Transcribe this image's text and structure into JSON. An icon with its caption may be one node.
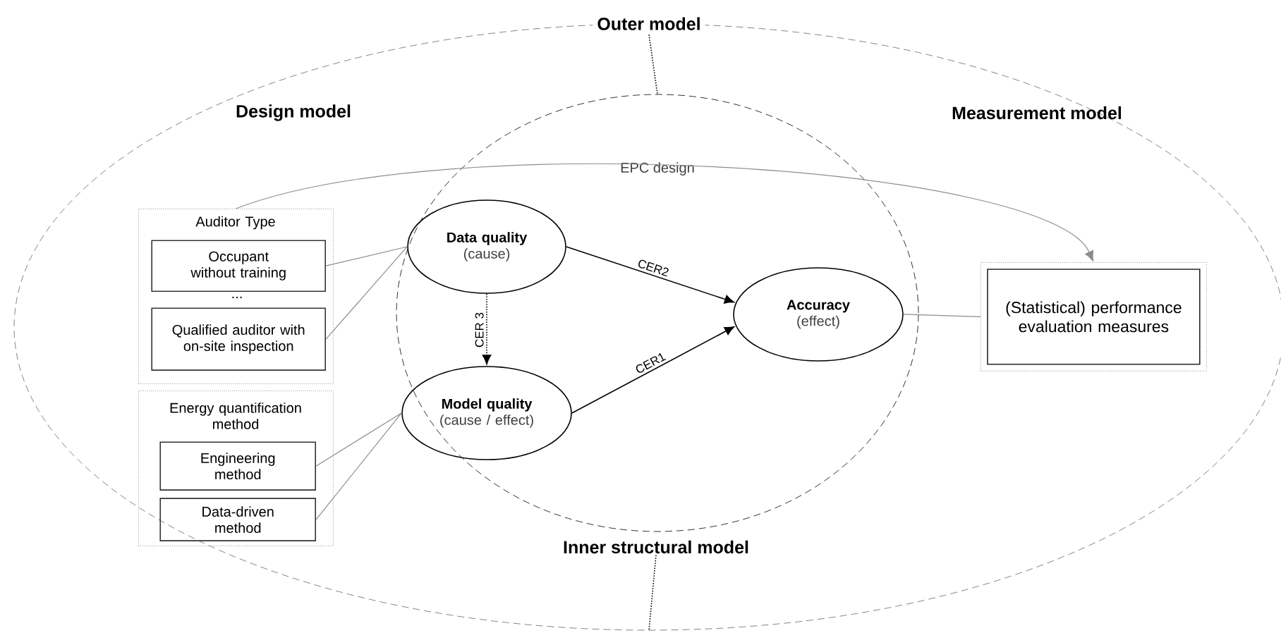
{
  "diagram": {
    "nodes": [
      {
        "text": [
          "Outer model"
        ]
      },
      {
        "text": [
          "EPC design"
        ],
        "in": 0
      },
      {
        "text": [
          "Inner structural model"
        ],
        "in": 0
      },
      {
        "text": [
          "Auditor Type",
          "..."
        ],
        "in": 0
      },
      {
        "text": [
          "Occupant without training"
        ],
        "in": 3
      },
      {
        "text": [
          "Qualified auditor with on-site inspection"
        ],
        "in": 3
      },
      {
        "text": [
          "Energy quantification method"
        ],
        "in": 0
      },
      {
        "text": [
          "Engineering method"
        ],
        "in": 6
      },
      {
        "text": [
          "Data-driven method"
        ],
        "in": 6
      },
      {
        "text": [
          "Data quality",
          "(cause)"
        ],
        "in": 1
      },
      {
        "text": [
          "Model quality",
          "(cause / effect)"
        ],
        "in": 1
      },
      {
        "text": [
          "Accuracy",
          "(effect)"
        ],
        "in": 1
      },
      {
        "text": [
          "(Statistical) performance evaluation measures"
        ],
        "in": 0
      }
    ],
    "edges": [
      {
        "from": 0,
        "to": 1,
        "arrow": "none",
        "style": "dashed",
        "color": "#000000"
      },
      {
        "from": 2,
        "to": 0,
        "arrow": "none",
        "style": "dashed",
        "color": "#000000"
      },
      {
        "from": 4,
        "to": 9,
        "arrow": "none"
      },
      {
        "from": 5,
        "to": 9,
        "arrow": "none"
      },
      {
        "from": 7,
        "to": 10,
        "arrow": "none"
      },
      {
        "from": 8,
        "to": 10,
        "arrow": "none"
      },
      {
        "from": 9,
        "to": 11,
        "arrow": "to",
        "label": "CER2",
        "color": "#000000"
      },
      {
        "from": 10,
        "to": 11,
        "arrow": "to",
        "label": "CER1",
        "color": "#000000"
      },
      {
        "from": 9,
        "to": 10,
        "arrow": "to",
        "label": "CER 3",
        "style": "dashed",
        "color": "#000000"
      },
      {
        "from": 3,
        "to": 12,
        "arrow": "to"
      },
      {
        "from": 11,
        "to": 12,
        "arrow": "none"
      }
    ],
    "labels": [
      "Design model",
      "Measurement model"
    ]
  }
}
